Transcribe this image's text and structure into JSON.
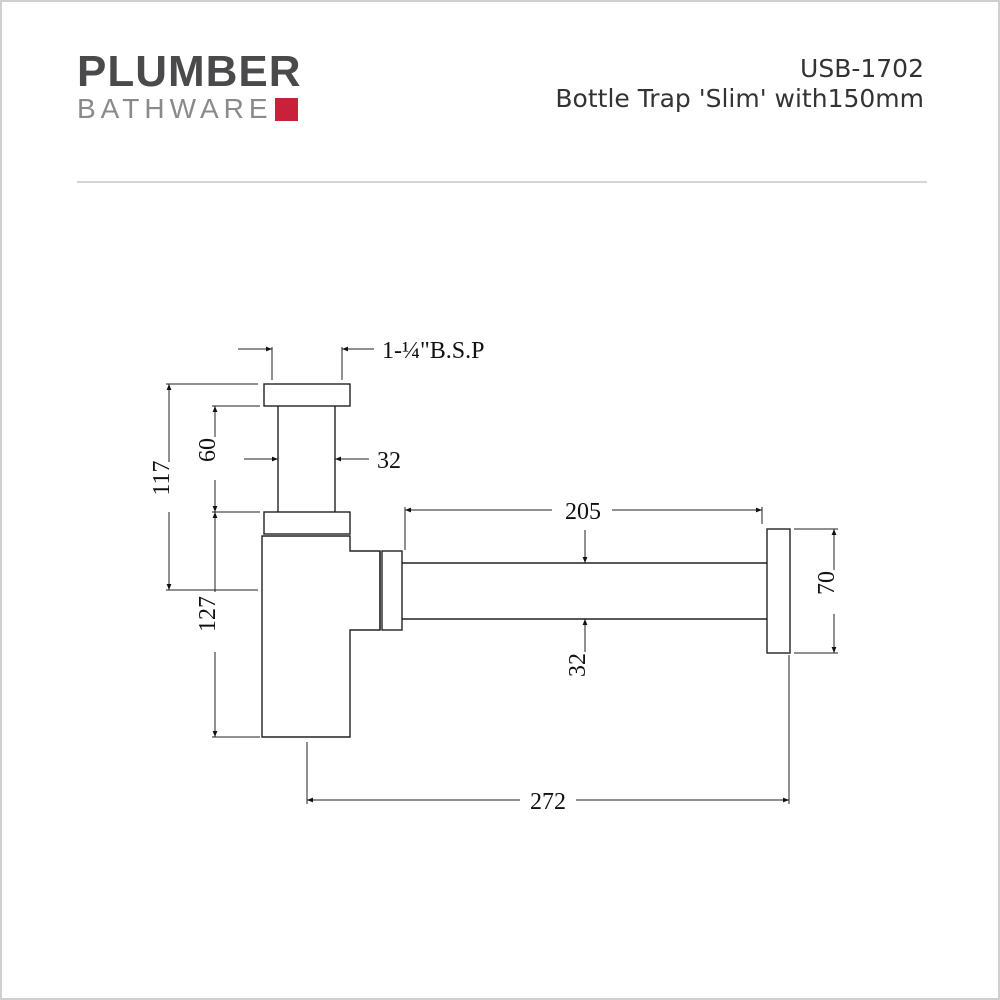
{
  "logo": {
    "line1": "PLUMBER",
    "line2": "BATHWARE",
    "accent_color": "#c8213a"
  },
  "header": {
    "code": "USB-1702",
    "product": "Bottle Trap 'Slim' with150mm"
  },
  "drawing": {
    "thread_label": "1-¼\"B.S.P",
    "dim_117": "117",
    "dim_60": "60",
    "dim_127": "127",
    "dim_32_riser": "32",
    "dim_205": "205",
    "dim_32_pipe": "32",
    "dim_70": "70",
    "dim_272": "272"
  }
}
